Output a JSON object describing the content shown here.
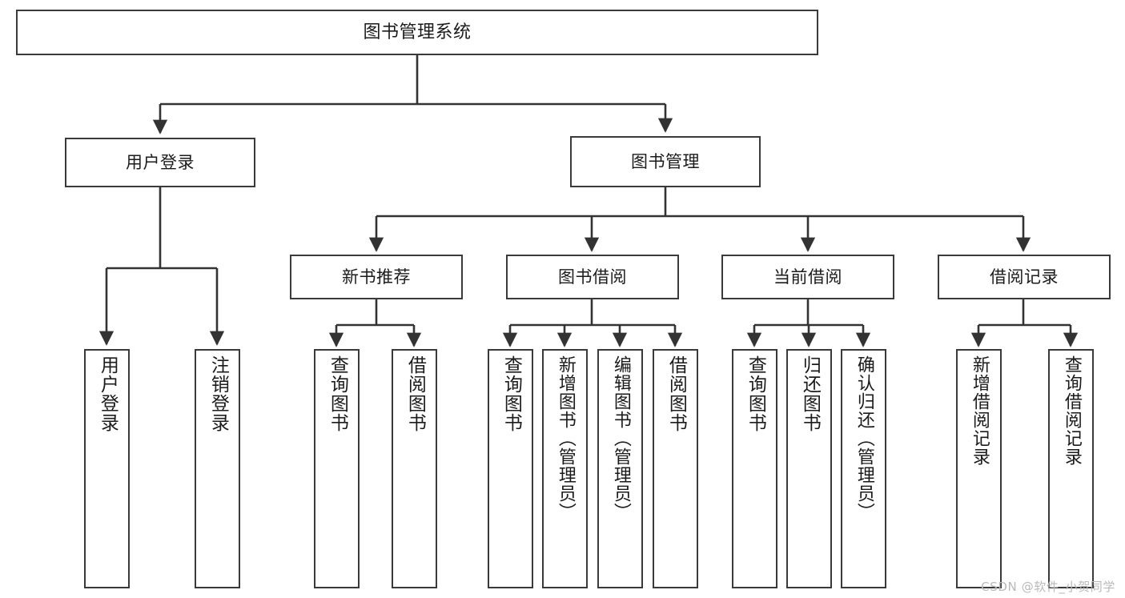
{
  "diagram": {
    "title": "图书管理系统",
    "type": "tree",
    "watermark": "CSDN @软件_小贺同学",
    "colors": {
      "box_border": "#3a3a3a",
      "box_fill": "#ffffff",
      "connector": "#333333",
      "text": "#1b1b1b",
      "watermark": "#b9b9b9",
      "background": "#ffffff"
    },
    "levels": {
      "level1": [
        "图书管理系统"
      ],
      "level2": [
        "用户登录",
        "图书管理"
      ],
      "level3": [
        "新书推荐",
        "图书借阅",
        "当前借阅",
        "借阅记录"
      ],
      "level4": [
        "用户登录",
        "注销登录",
        "查询图书",
        "借阅图书",
        "查询图书",
        "新增图书（管理员）",
        "编辑图书（管理员）",
        "借阅图书",
        "查询图书",
        "归还图书",
        "确认归还（管理员）",
        "新增借阅记录",
        "查询借阅记录"
      ]
    },
    "nodes": {
      "root": {
        "label": "图书管理系统"
      },
      "user_login": {
        "label": "用户登录"
      },
      "book_manage": {
        "label": "图书管理"
      },
      "new_book_rec": {
        "label": "新书推荐"
      },
      "book_borrow": {
        "label": "图书借阅"
      },
      "current_borrow": {
        "label": "当前借阅"
      },
      "borrow_record": {
        "label": "借阅记录"
      },
      "leaf_user_login": {
        "label": "用户登录"
      },
      "leaf_logout": {
        "label": "注销登录"
      },
      "leaf_query_book_a": {
        "label": "查询图书"
      },
      "leaf_borrow_book_a": {
        "label": "借阅图书"
      },
      "leaf_query_book_b": {
        "label": "查询图书"
      },
      "leaf_add_book": {
        "label": "新增图书（管理员）"
      },
      "leaf_edit_book": {
        "label": "编辑图书（管理员）"
      },
      "leaf_borrow_book_b": {
        "label": "借阅图书"
      },
      "leaf_query_book_c": {
        "label": "查询图书"
      },
      "leaf_return_book": {
        "label": "归还图书"
      },
      "leaf_confirm_return": {
        "label": "确认归还（管理员）"
      },
      "leaf_add_record": {
        "label": "新增借阅记录"
      },
      "leaf_query_record": {
        "label": "查询借阅记录"
      }
    },
    "edges": [
      {
        "from": "root",
        "to": "user_login"
      },
      {
        "from": "root",
        "to": "book_manage"
      },
      {
        "from": "user_login",
        "to": "leaf_user_login"
      },
      {
        "from": "user_login",
        "to": "leaf_logout"
      },
      {
        "from": "book_manage",
        "to": "new_book_rec"
      },
      {
        "from": "book_manage",
        "to": "book_borrow"
      },
      {
        "from": "book_manage",
        "to": "current_borrow"
      },
      {
        "from": "book_manage",
        "to": "borrow_record"
      },
      {
        "from": "new_book_rec",
        "to": "leaf_query_book_a"
      },
      {
        "from": "new_book_rec",
        "to": "leaf_borrow_book_a"
      },
      {
        "from": "book_borrow",
        "to": "leaf_query_book_b"
      },
      {
        "from": "book_borrow",
        "to": "leaf_add_book"
      },
      {
        "from": "book_borrow",
        "to": "leaf_edit_book"
      },
      {
        "from": "book_borrow",
        "to": "leaf_borrow_book_b"
      },
      {
        "from": "current_borrow",
        "to": "leaf_query_book_c"
      },
      {
        "from": "current_borrow",
        "to": "leaf_return_book"
      },
      {
        "from": "current_borrow",
        "to": "leaf_confirm_return"
      },
      {
        "from": "borrow_record",
        "to": "leaf_add_record"
      },
      {
        "from": "borrow_record",
        "to": "leaf_query_record"
      }
    ]
  }
}
